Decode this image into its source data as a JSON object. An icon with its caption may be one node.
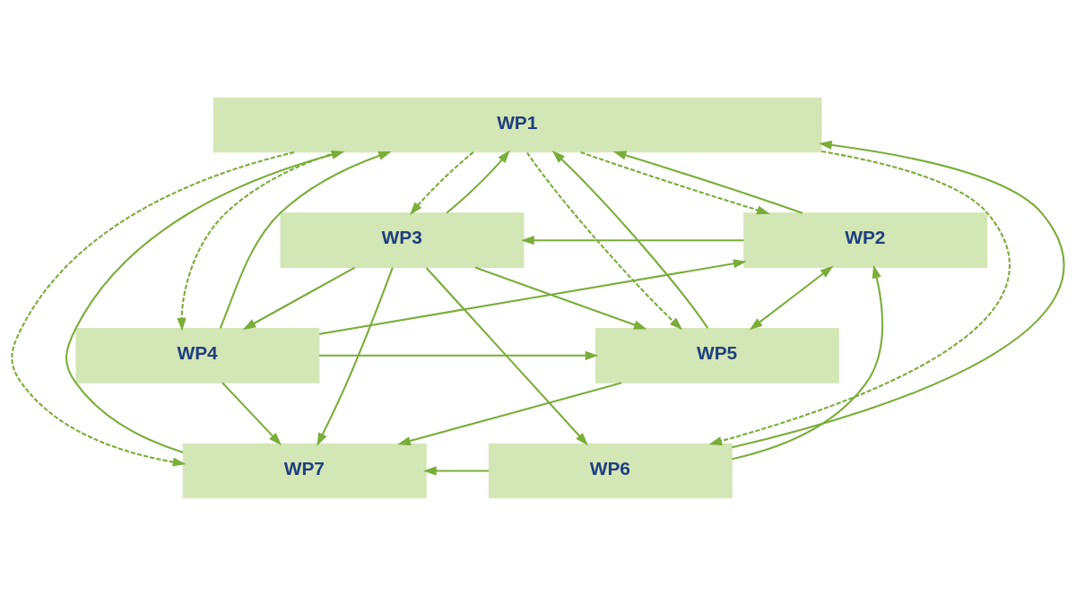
{
  "diagram": {
    "nodes": [
      {
        "text": [
          "WP1"
        ]
      },
      {
        "text": [
          "WP2"
        ]
      },
      {
        "text": [
          "WP3"
        ]
      },
      {
        "text": [
          "WP5"
        ]
      },
      {
        "text": [
          "WP4"
        ]
      },
      {
        "text": [
          "WP6"
        ]
      },
      {
        "text": [
          "WP7"
        ]
      }
    ],
    "edges": [
      {
        "from": 0,
        "to": 5,
        "arrow": "to",
        "style": "dashed"
      },
      {
        "from": 0,
        "to": 3,
        "arrow": "to",
        "style": "dashed"
      },
      {
        "from": 0,
        "to": 1,
        "arrow": "to",
        "style": "dashed"
      },
      {
        "from": 1,
        "to": 0,
        "arrow": "to"
      },
      {
        "from": 3,
        "to": 0,
        "arrow": "to"
      },
      {
        "from": 5,
        "to": 0,
        "arrow": "to"
      },
      {
        "from": 6,
        "to": 0,
        "arrow": "to"
      },
      {
        "from": 4,
        "to": 0,
        "arrow": "to"
      },
      {
        "from": 2,
        "to": 0,
        "arrow": "to"
      },
      {
        "from": 0,
        "to": 2,
        "arrow": "to",
        "style": "dashed"
      },
      {
        "from": 0,
        "to": 4,
        "arrow": "to",
        "style": "dashed"
      },
      {
        "from": 0,
        "to": 6,
        "arrow": "to",
        "style": "dashed"
      },
      {
        "from": 1,
        "to": 3,
        "arrow": "both"
      },
      {
        "from": 1,
        "to": 2,
        "arrow": "to"
      },
      {
        "from": 4,
        "to": 1,
        "arrow": "to"
      },
      {
        "from": 2,
        "to": 3,
        "arrow": "to"
      },
      {
        "from": 4,
        "to": 3,
        "arrow": "to"
      },
      {
        "from": 3,
        "to": 6,
        "arrow": "to"
      },
      {
        "from": 5,
        "to": 6,
        "arrow": "to"
      },
      {
        "from": 5,
        "to": 1,
        "arrow": "to"
      },
      {
        "from": 2,
        "to": 4,
        "arrow": "to"
      },
      {
        "from": 4,
        "to": 6,
        "arrow": "to"
      },
      {
        "from": 2,
        "to": 6,
        "arrow": "to"
      },
      {
        "from": 2,
        "to": 5,
        "arrow": "to"
      }
    ]
  }
}
